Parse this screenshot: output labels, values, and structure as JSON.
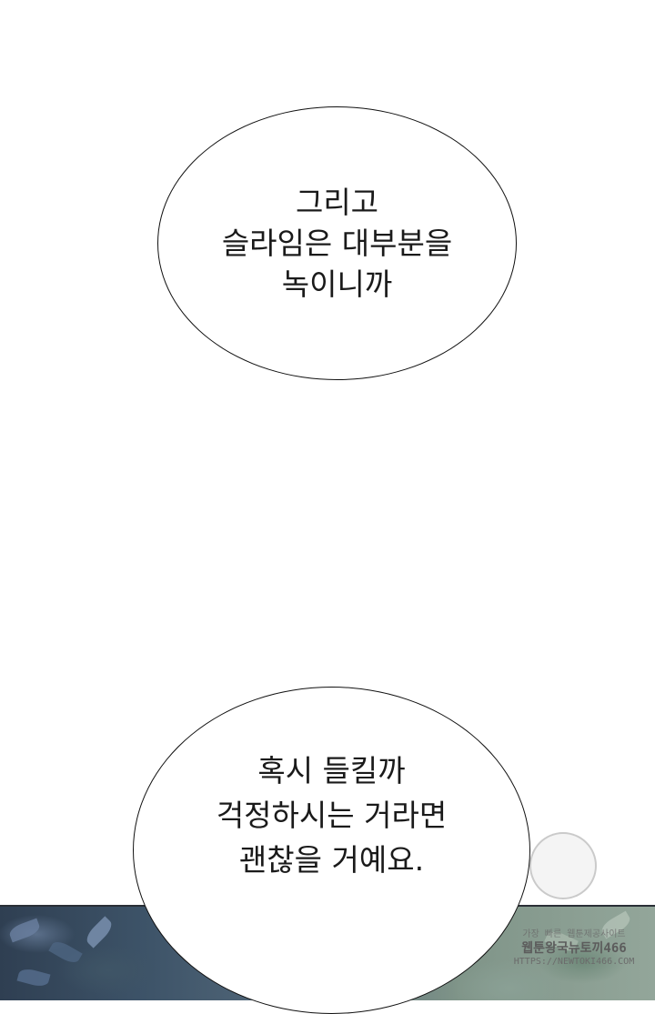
{
  "bubble_1": {
    "lines": [
      "그리고",
      "슬라임은 대부분을",
      "녹이니까"
    ]
  },
  "bubble_2": {
    "lines": [
      "혹시 들킬까",
      "걱정하시는 거라면",
      "괜찮을 거예요."
    ]
  },
  "watermark": {
    "line_1": "가장 빠른 웹툰제공사이트",
    "line_2": "웹툰왕국뉴토끼466",
    "line_3": "HTTPS://NEWTOKI466.COM"
  },
  "colors": {
    "background": "#ffffff",
    "bubble_outline": "#111111",
    "text": "#1a1a1a"
  },
  "icons": [
    "mascot-logo-icon"
  ]
}
